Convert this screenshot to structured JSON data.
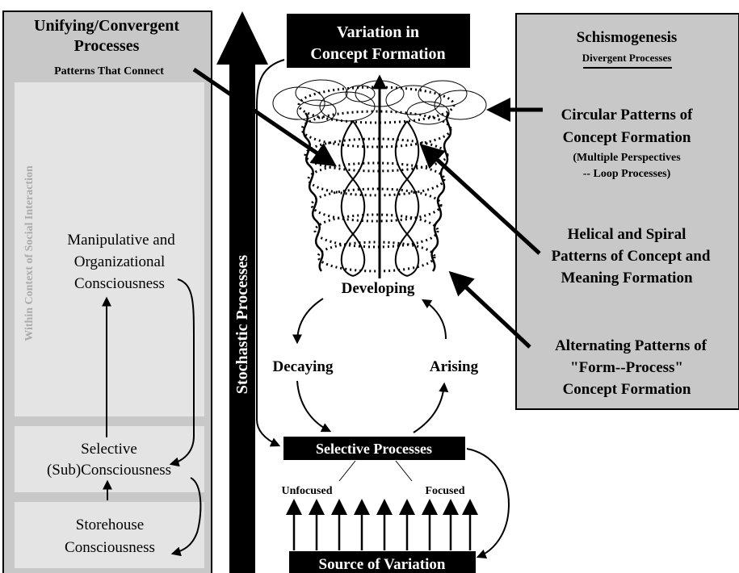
{
  "left_panel": {
    "title_line1": "Unifying/Convergent",
    "title_line2": "Processes",
    "subtitle": "Patterns That Connect",
    "side_label": "Within Context of Social Interaction",
    "manipulative_line1": "Manipulative and",
    "manipulative_line2": "Organizational",
    "manipulative_line3": "Consciousness",
    "selective_line1": "Selective",
    "selective_line2": "(Sub)Consciousness",
    "storehouse_line1": "Storehouse",
    "storehouse_line2": "Consciousness"
  },
  "stochastic_label": "Stochastic Processes",
  "center": {
    "variation_line1": "Variation in",
    "variation_line2": "Concept Formation",
    "developing": "Developing",
    "decaying": "Decaying",
    "arising": "Arising",
    "selective_processes": "Selective Processes",
    "unfocused": "Unfocused",
    "focused": "Focused",
    "source": "Source of Variation"
  },
  "right_panel": {
    "title": "Schismogenesis",
    "subtitle": "Divergent Processes",
    "circular_line1": "Circular Patterns of",
    "circular_line2": "Concept Formation",
    "circular_line3": "(Multiple Perspectives",
    "circular_line4": "-- Loop Processes)",
    "helical_line1": "Helical and Spiral",
    "helical_line2": "Patterns of Concept and",
    "helical_line3": "Meaning Formation",
    "alternating_line1": "Alternating Patterns of",
    "alternating_line2": "\"Form--Process\"",
    "alternating_line3": "Concept Formation"
  },
  "colors": {
    "panel_fill": "#c8c8c8",
    "inner_fill": "#e4e4e4",
    "ink": "#000000",
    "side_label": "#aaaaaa"
  }
}
